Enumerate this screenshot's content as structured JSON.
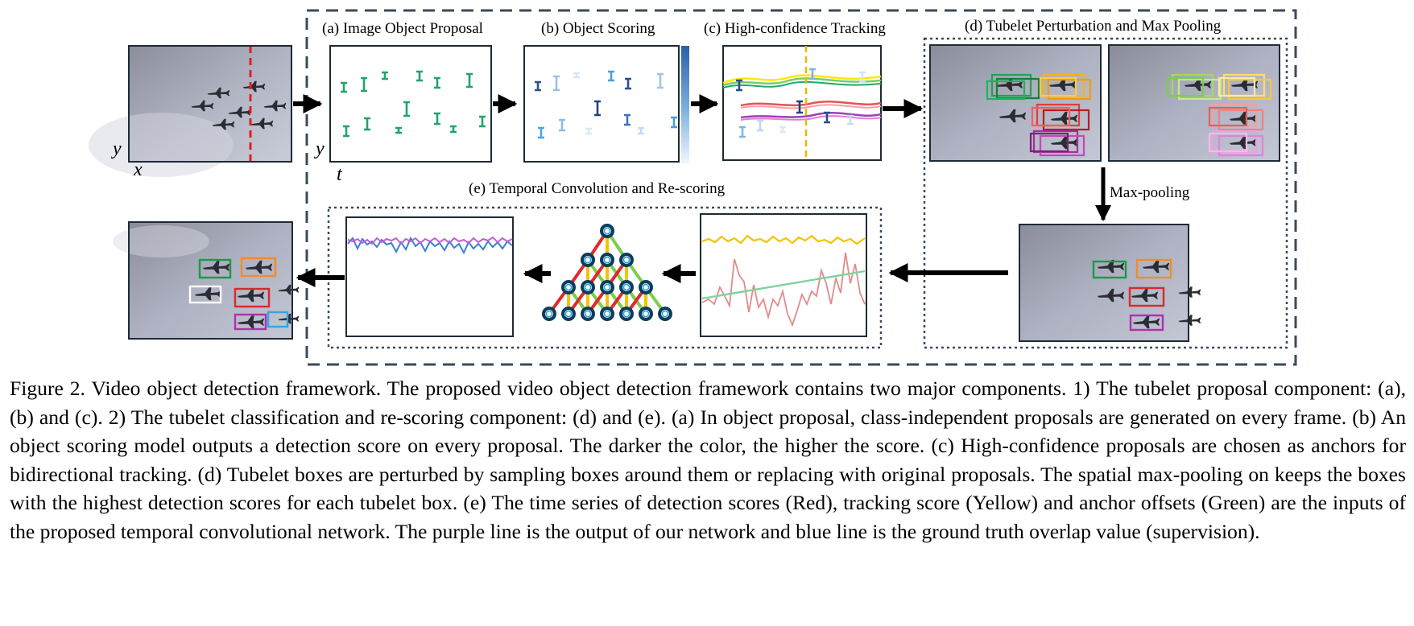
{
  "panels": {
    "a_title": "(a) Image Object Proposal",
    "b_title": "(b) Object Scoring",
    "c_title": "(c) High-confidence Tracking",
    "d_title": "(d) Tubelet Perturbation and Max Pooling",
    "e_title": "(e) Temporal Convolution and Re-scoring",
    "maxpool_label": "Max-pooling"
  },
  "axes": {
    "input_y": "y",
    "input_x": "x",
    "proposal_y": "y",
    "proposal_t": "t"
  },
  "colors": {
    "detection_score": "#e38a8a",
    "tracking_score": "#f2c400",
    "anchor_offset": "#7fd39a",
    "output": "#c060d0",
    "ground_truth": "#3b7fd6",
    "frame_cut": "#e02020",
    "anchor_cut": "#e8b800",
    "frame_border": "#1e2a36"
  },
  "caption": {
    "text": "Figure 2. Video object detection framework. The proposed video object detection framework contains two major components. 1) The tubelet proposal component: (a), (b) and (c). 2) The tubelet classification and re-scoring component: (d) and (e). (a) In object proposal, class-independent proposals are generated on every frame. (b) An object scoring model outputs a detection score on every proposal. The darker the color, the higher the score. (c) High-confidence proposals are chosen as anchors for bidirectional tracking. (d) Tubelet boxes are perturbed by sampling boxes around them or replacing with original proposals. The spatial max-pooling on keeps the boxes with the highest detection scores for each tubelet box. (e) The time series of detection scores (Red), tracking score (Yellow) and anchor offsets (Green) are the inputs of the proposed temporal convolutional network. The purple line is the output of our network and blue line is the ground truth overlap value (supervision)."
  }
}
